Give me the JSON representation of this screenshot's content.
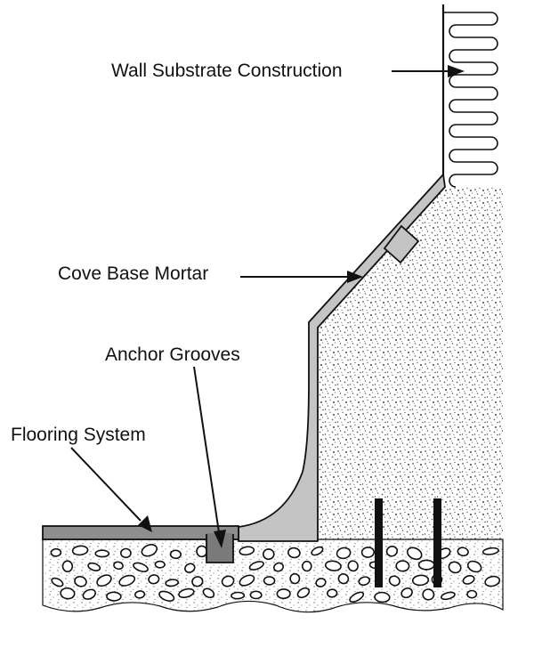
{
  "labels": {
    "wall": "Wall Substrate Construction",
    "cove": "Cove Base Mortar",
    "anchor": "Anchor Grooves",
    "flooring": "Flooring System"
  },
  "colors": {
    "line": "#111111",
    "mortar": "#c4c4c4",
    "flooring": "#8e8e8e",
    "groove": "#7a7a7a",
    "speckle": "#555555",
    "background": "#ffffff"
  },
  "icons": [
    "arrow-icon",
    "anchor-rod-icon",
    "aggregate-stone-icon"
  ]
}
